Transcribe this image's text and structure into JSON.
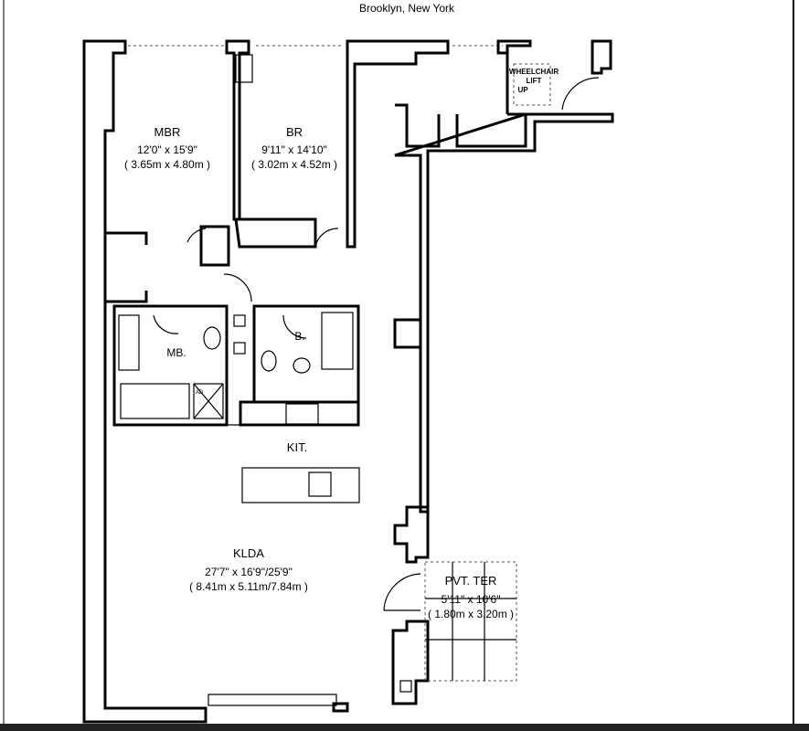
{
  "header": {
    "location": "Brooklyn, New York"
  },
  "rooms": {
    "mbr": {
      "name": "MBR",
      "size_imperial": "12'0\" x 15'9\"",
      "size_metric": "( 3.65m x 4.80m )"
    },
    "br": {
      "name": "BR",
      "size_imperial": "9'11\" x 14'10\"",
      "size_metric": "( 3.02m x 4.52m )"
    },
    "mb": {
      "name": "MB."
    },
    "b": {
      "name": "B."
    },
    "kit": {
      "name": "KIT."
    },
    "klda": {
      "name": "KLDA",
      "size_imperial": "27'7\" x 16'9\"/25'9\"",
      "size_metric": "( 8.41m x 5.11m/7.84m )"
    },
    "terrace": {
      "name": "PVT. TER",
      "size_imperial": "5'11\" x 10'6\"",
      "size_metric": "( 1.80m x 3.20m )"
    }
  },
  "annotations": {
    "wheelchair_lift": "WHEELCHAIR",
    "lift": "LIFT",
    "up": "UP",
    "ad": "AD"
  }
}
